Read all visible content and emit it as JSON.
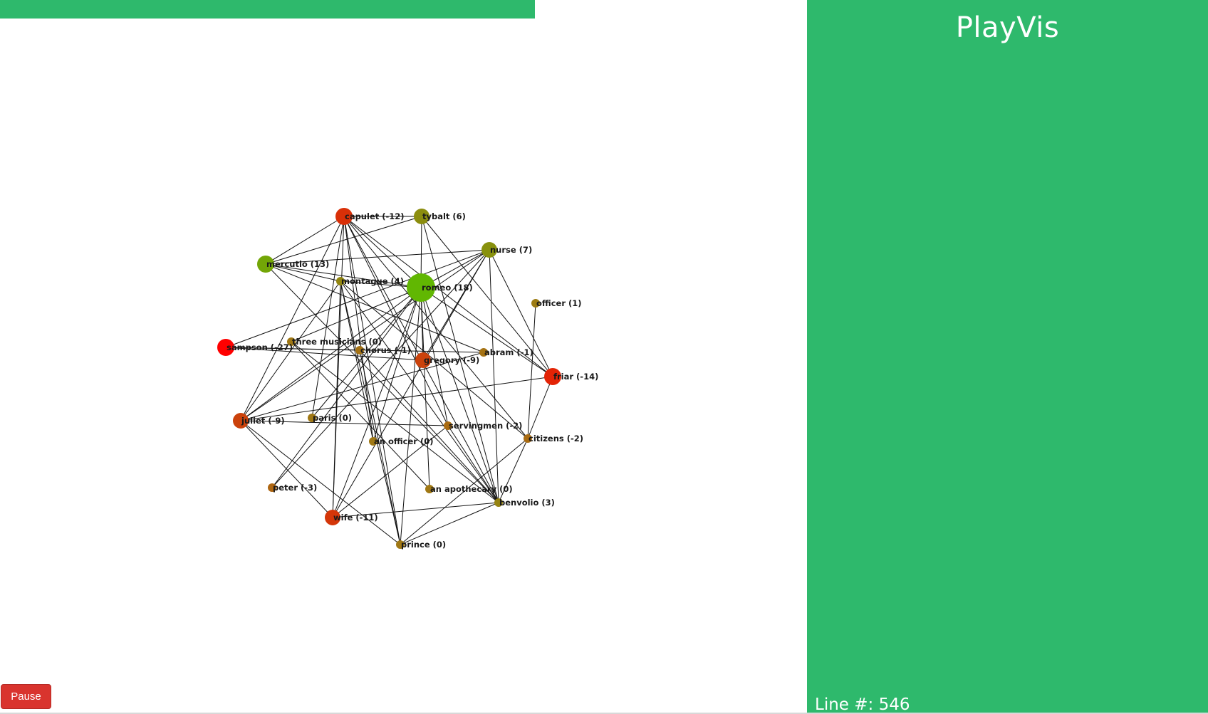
{
  "app": {
    "title": "PlayVis"
  },
  "status": {
    "line_label": "Line #:",
    "line_number": 546,
    "line_text": "Line #: 546",
    "progress": 0.443
  },
  "controls": {
    "pause_label": "Pause",
    "pause_color": "#d9342e"
  },
  "colors": {
    "panel": "#2eb96c",
    "progress": "#2eb96c"
  },
  "graph": {
    "nodes": [
      {
        "id": "capulet",
        "label": "capulet (-12)",
        "score": -12
      },
      {
        "id": "tybalt",
        "label": "tybalt (6)",
        "score": 6
      },
      {
        "id": "nurse",
        "label": "nurse (7)",
        "score": 7
      },
      {
        "id": "mercutio",
        "label": "mercutio (13)",
        "score": 13
      },
      {
        "id": "montague",
        "label": "montague (4)",
        "score": 4
      },
      {
        "id": "romeo",
        "label": "romeo (18)",
        "score": 18
      },
      {
        "id": "officer",
        "label": "officer (1)",
        "score": 1
      },
      {
        "id": "sampson",
        "label": "sampson (-27)",
        "score": -27
      },
      {
        "id": "three_musicians",
        "label": "three musicians (0)",
        "score": 0
      },
      {
        "id": "chorus",
        "label": "chorus (-1)",
        "score": -1
      },
      {
        "id": "abram",
        "label": "abram (-1)",
        "score": -1
      },
      {
        "id": "gregory",
        "label": "gregory (-9)",
        "score": -9
      },
      {
        "id": "friar",
        "label": "friar (-14)",
        "score": -14
      },
      {
        "id": "juliet",
        "label": "juliet (-9)",
        "score": -9
      },
      {
        "id": "paris",
        "label": "paris (0)",
        "score": 0
      },
      {
        "id": "servingmen",
        "label": "servingmen (-2)",
        "score": -2
      },
      {
        "id": "citizens",
        "label": "citizens (-2)",
        "score": -2
      },
      {
        "id": "an_officer",
        "label": "an officer (0)",
        "score": 0
      },
      {
        "id": "peter",
        "label": "peter (-3)",
        "score": -3
      },
      {
        "id": "an_apothecary",
        "label": "an apothecary (0)",
        "score": 0
      },
      {
        "id": "benvolio",
        "label": "benvolio (3)",
        "score": 3
      },
      {
        "id": "wife",
        "label": "wife (-11)",
        "score": -11
      },
      {
        "id": "prince",
        "label": "prince (0)",
        "score": 0
      }
    ],
    "edges": [
      [
        "capulet",
        "tybalt"
      ],
      [
        "capulet",
        "mercutio"
      ],
      [
        "capulet",
        "romeo"
      ],
      [
        "capulet",
        "benvolio"
      ],
      [
        "capulet",
        "juliet"
      ],
      [
        "capulet",
        "wife"
      ],
      [
        "capulet",
        "servingmen"
      ],
      [
        "capulet",
        "paris"
      ],
      [
        "capulet",
        "friar"
      ],
      [
        "capulet",
        "prince"
      ],
      [
        "capulet",
        "an_officer"
      ],
      [
        "capulet",
        "citizens"
      ],
      [
        "tybalt",
        "romeo"
      ],
      [
        "tybalt",
        "mercutio"
      ],
      [
        "tybalt",
        "benvolio"
      ],
      [
        "tybalt",
        "friar"
      ],
      [
        "nurse",
        "romeo"
      ],
      [
        "nurse",
        "mercutio"
      ],
      [
        "nurse",
        "juliet"
      ],
      [
        "nurse",
        "benvolio"
      ],
      [
        "nurse",
        "friar"
      ],
      [
        "nurse",
        "peter"
      ],
      [
        "nurse",
        "wife"
      ],
      [
        "nurse",
        "gregory"
      ],
      [
        "nurse",
        "sampson"
      ],
      [
        "mercutio",
        "romeo"
      ],
      [
        "mercutio",
        "benvolio"
      ],
      [
        "mercutio",
        "montague"
      ],
      [
        "montague",
        "benvolio"
      ],
      [
        "montague",
        "romeo"
      ],
      [
        "montague",
        "prince"
      ],
      [
        "montague",
        "an_officer"
      ],
      [
        "montague",
        "citizens"
      ],
      [
        "montague",
        "wife"
      ],
      [
        "romeo",
        "juliet"
      ],
      [
        "romeo",
        "benvolio"
      ],
      [
        "romeo",
        "friar"
      ],
      [
        "romeo",
        "paris"
      ],
      [
        "romeo",
        "wife"
      ],
      [
        "romeo",
        "an_apothecary"
      ],
      [
        "romeo",
        "servingmen"
      ],
      [
        "romeo",
        "gregory"
      ],
      [
        "romeo",
        "prince"
      ],
      [
        "romeo",
        "three_musicians"
      ],
      [
        "romeo",
        "peter"
      ],
      [
        "officer",
        "citizens"
      ],
      [
        "sampson",
        "gregory"
      ],
      [
        "sampson",
        "abram"
      ],
      [
        "sampson",
        "chorus"
      ],
      [
        "three_musicians",
        "benvolio"
      ],
      [
        "three_musicians",
        "an_apothecary"
      ],
      [
        "chorus",
        "benvolio"
      ],
      [
        "chorus",
        "prince"
      ],
      [
        "abram",
        "juliet"
      ],
      [
        "abram",
        "mercutio"
      ],
      [
        "friar",
        "juliet"
      ],
      [
        "friar",
        "citizens"
      ],
      [
        "juliet",
        "servingmen"
      ],
      [
        "juliet",
        "wife"
      ],
      [
        "juliet",
        "prince"
      ],
      [
        "juliet",
        "montague"
      ],
      [
        "servingmen",
        "benvolio"
      ],
      [
        "servingmen",
        "wife"
      ],
      [
        "citizens",
        "benvolio"
      ],
      [
        "citizens",
        "prince"
      ],
      [
        "benvolio",
        "prince"
      ],
      [
        "benvolio",
        "wife"
      ],
      [
        "an_officer",
        "romeo"
      ]
    ]
  }
}
